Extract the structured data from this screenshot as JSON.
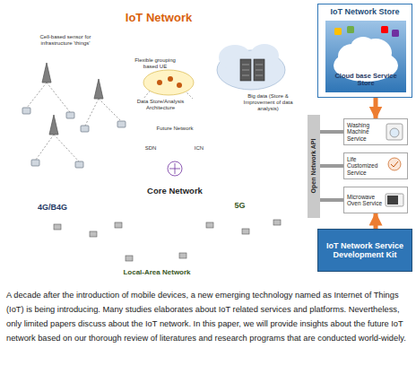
{
  "diagram": {
    "caption": "A decade after the introduction of mobile devices, a new emerging technology named as Internet of Things (IoT) is being introducing. Many studies elaborates about IoT related services and platforms. Nevertheless, only limited papers discuss about the IoT network. In this paper, we will provide insights about the future IoT network based on our thorough review of literatures and research programs that are conducted world-widely.",
    "nodes": [
      {
        "text": [
          "IoT Network"
        ]
      },
      {
        "text": [
          "Core Network"
        ],
        "in": 0
      },
      {
        "text": [
          "4G/B4G"
        ],
        "in": 0
      },
      {
        "text": [
          "5G"
        ],
        "in": 0
      },
      {
        "text": [
          "Local-Area Network"
        ],
        "in": 0
      },
      {
        "text": [
          "IoT Network Store"
        ]
      },
      {
        "text": [
          "Cloud base Service Store"
        ],
        "in": 5
      },
      {
        "text": [
          "Open Network API"
        ]
      },
      {
        "text": [
          "Washing Machine Service"
        ]
      },
      {
        "text": [
          "Life Customized Service"
        ]
      },
      {
        "text": [
          "Microwave Oven Service"
        ]
      },
      {
        "text": [
          "IoT Network Service Development Kit"
        ]
      }
    ],
    "edges": [
      {
        "from": 5,
        "to": 8,
        "arrow": "to"
      },
      {
        "from": 11,
        "to": 10,
        "arrow": "to"
      },
      {
        "from": 8,
        "to": 7,
        "arrow": "none"
      },
      {
        "from": 9,
        "to": 7,
        "arrow": "none"
      },
      {
        "from": 10,
        "to": 7,
        "arrow": "none"
      }
    ],
    "labels": [
      "Cell-based sensor for infrastructure 'things'",
      "Flexible grouping based UE",
      "Data Store/Analysis Architecture",
      "Big data (Store & Improvement of data analysis)",
      "Future Network",
      "SDN",
      "ICN"
    ]
  }
}
